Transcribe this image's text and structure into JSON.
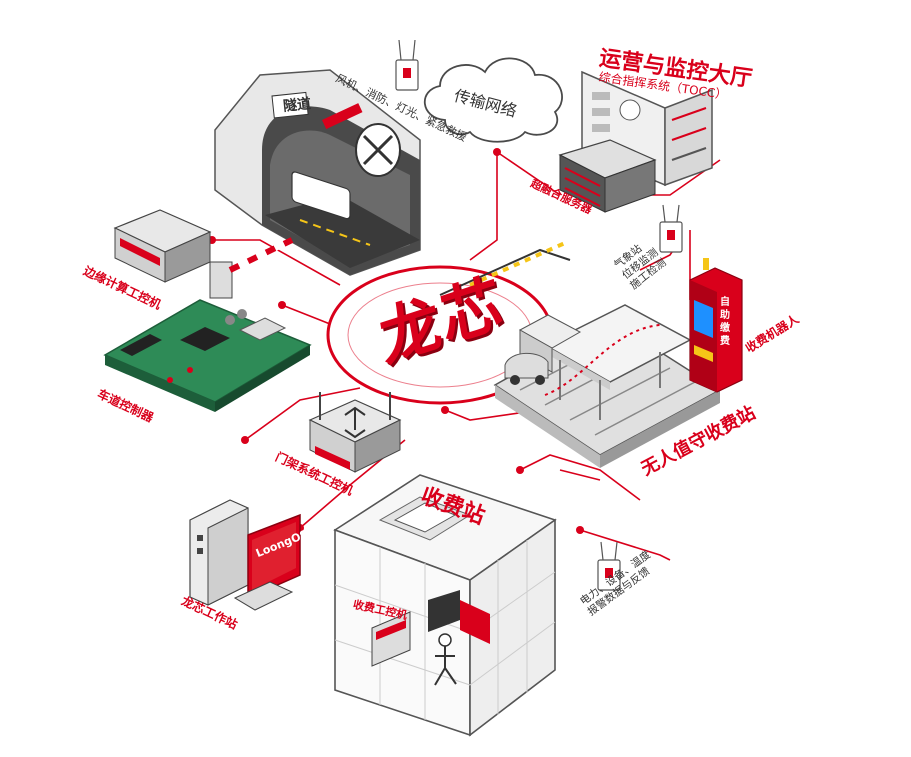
{
  "title": {
    "main": "运营与监控大厅",
    "sub": "综合指挥系统（TOCC）"
  },
  "network": "传输网络",
  "core_logo": "龙芯",
  "tunnel": {
    "name": "隧道",
    "systems": "风机、消防、灯光、紧急救援"
  },
  "labels": {
    "server": "超融合服务器",
    "edge_pc": "边缘计算工控机",
    "lane_controller": "车道控制器",
    "gantry_pc": "门架系统工控机",
    "workstation": "龙芯工作站",
    "os": "LoongOS",
    "sensors_top": "气象站\n位移监测\n施工检测",
    "kiosk": "自助缴费",
    "robot": "收费机器人",
    "unmanned": "无人值守收费站",
    "station": "收费站",
    "station_pc": "收费工控机",
    "sensors_bottom": "电力、设备、温度\n报警数据与反馈"
  },
  "colors": {
    "accent": "#d9001b",
    "gray_light": "#e6e6e6",
    "gray_mid": "#bdbdbd",
    "gray_dark": "#555555",
    "pcb": "#2e8b57"
  }
}
